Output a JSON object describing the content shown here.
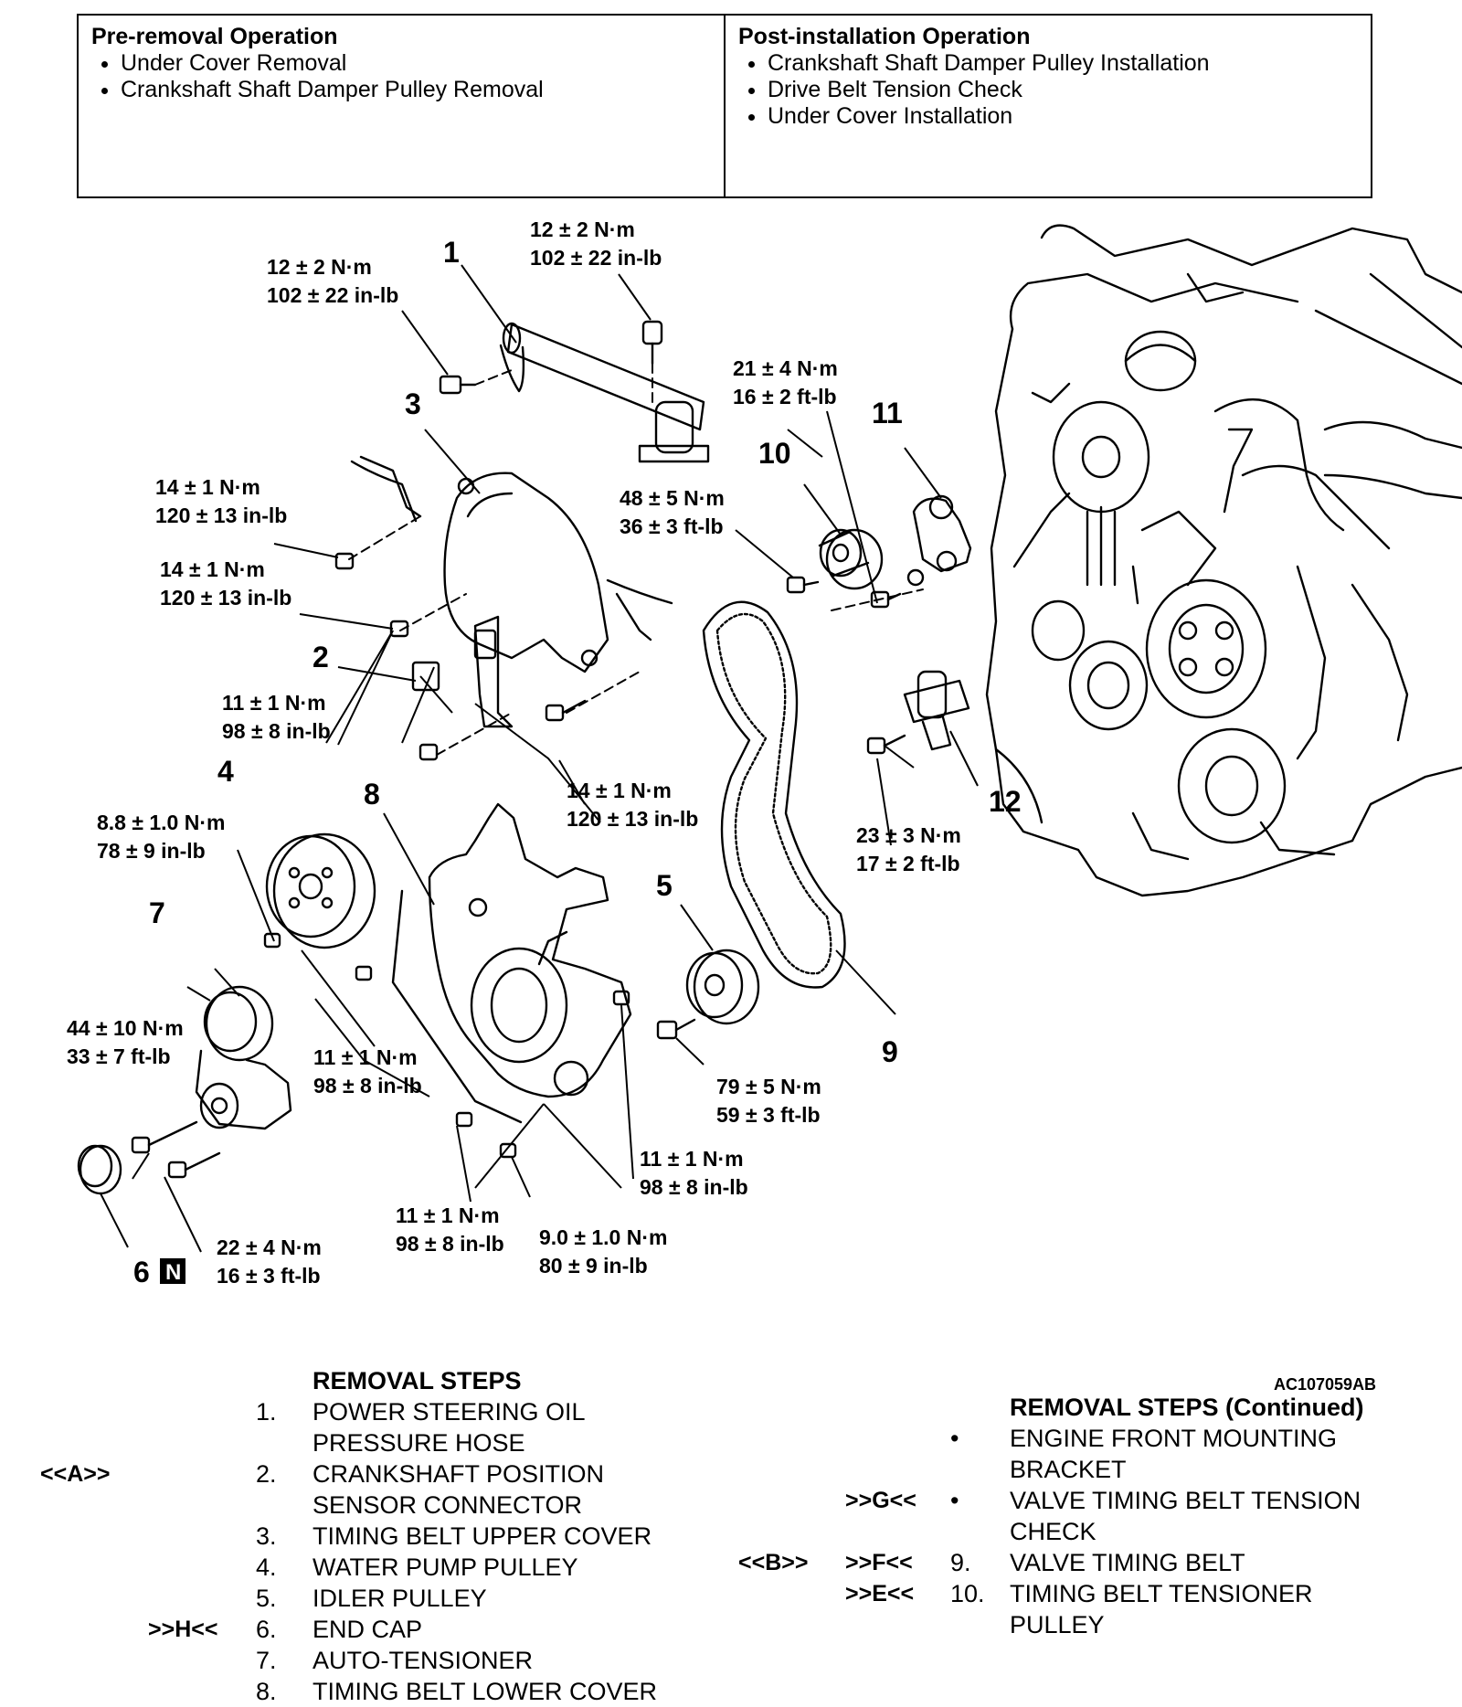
{
  "operations": {
    "pre_removal": {
      "title": "Pre-removal Operation",
      "items": [
        "Under Cover Removal",
        "Crankshaft Shaft Damper Pulley Removal"
      ]
    },
    "post_installation": {
      "title": "Post-installation Operation",
      "items": [
        "Crankshaft Shaft Damper Pulley Installation",
        "Drive Belt Tension Check",
        "Under Cover Installation"
      ]
    }
  },
  "diagram": {
    "id": "AC107059AB",
    "torques": [
      [
        "12 ± 2 N·m",
        "102 ± 22 in-lb"
      ],
      [
        "12 ± 2 N·m",
        "102 ± 22 in-lb"
      ],
      [
        "21 ± 4 N·m",
        "16 ± 2 ft-lb"
      ],
      [
        "14 ± 1 N·m",
        "120 ± 13 in-lb"
      ],
      [
        "48 ± 5 N·m",
        "36 ± 3 ft-lb"
      ],
      [
        "14 ± 1 N·m",
        "120 ± 13 in-lb"
      ],
      [
        "11 ± 1 N·m",
        "98 ± 8 in-lb"
      ],
      [
        "14 ± 1 N·m",
        "120 ± 13 in-lb"
      ],
      [
        "8.8 ± 1.0 N·m",
        "78 ± 9 in-lb"
      ],
      [
        "23 ± 3 N·m",
        "17 ± 2 ft-lb"
      ],
      [
        "44 ± 10 N·m",
        "33 ± 7 ft-lb"
      ],
      [
        "11 ± 1 N·m",
        "98 ± 8 in-lb"
      ],
      [
        "79 ± 5 N·m",
        "59 ± 3 ft-lb"
      ],
      [
        "11 ± 1 N·m",
        "98 ± 8 in-lb"
      ],
      [
        "11 ± 1 N·m",
        "98 ± 8 in-lb"
      ],
      [
        "9.0 ± 1.0 N·m",
        "80 ± 9 in-lb"
      ],
      [
        "22 ± 4 N·m",
        "16 ± 3 ft-lb"
      ]
    ],
    "callouts": [
      "1",
      "2",
      "3",
      "4",
      "5",
      "6",
      "7",
      "8",
      "9",
      "10",
      "11",
      "12"
    ],
    "new_part_mark": "N"
  },
  "removal_steps": {
    "title": "REMOVAL STEPS",
    "rows": [
      {
        "mark": "",
        "num": "1.",
        "lines": [
          "POWER STEERING OIL",
          "PRESSURE HOSE"
        ]
      },
      {
        "mark": "<<A>>",
        "num": "2.",
        "lines": [
          "CRANKSHAFT POSITION",
          "SENSOR CONNECTOR"
        ]
      },
      {
        "mark": "",
        "num": "3.",
        "lines": [
          "TIMING BELT UPPER COVER"
        ]
      },
      {
        "mark": "",
        "num": "4.",
        "lines": [
          "WATER PUMP PULLEY"
        ]
      },
      {
        "mark": "",
        "num": "5.",
        "lines": [
          "IDLER PULLEY"
        ]
      },
      {
        "mark": ">>H<<",
        "num": "6.",
        "lines": [
          "END CAP"
        ]
      },
      {
        "mark": "",
        "num": "7.",
        "lines": [
          "AUTO-TENSIONER"
        ]
      },
      {
        "mark": "",
        "num": "8.",
        "lines": [
          "TIMING BELT LOWER COVER"
        ]
      }
    ]
  },
  "removal_steps_continued": {
    "title": "REMOVAL STEPS (Continued)",
    "rows": [
      {
        "mark1": "",
        "mark2": "",
        "num": "•",
        "lines": [
          "ENGINE FRONT MOUNTING",
          "BRACKET"
        ]
      },
      {
        "mark1": "",
        "mark2": ">>G<<",
        "num": "•",
        "lines": [
          "VALVE TIMING BELT TENSION",
          "CHECK"
        ]
      },
      {
        "mark1": "<<B>>",
        "mark2": ">>F<<",
        "num": "9.",
        "lines": [
          "VALVE TIMING BELT"
        ]
      },
      {
        "mark1": "",
        "mark2": ">>E<<",
        "num": "10.",
        "lines": [
          "TIMING BELT TENSIONER",
          "PULLEY"
        ]
      }
    ]
  }
}
